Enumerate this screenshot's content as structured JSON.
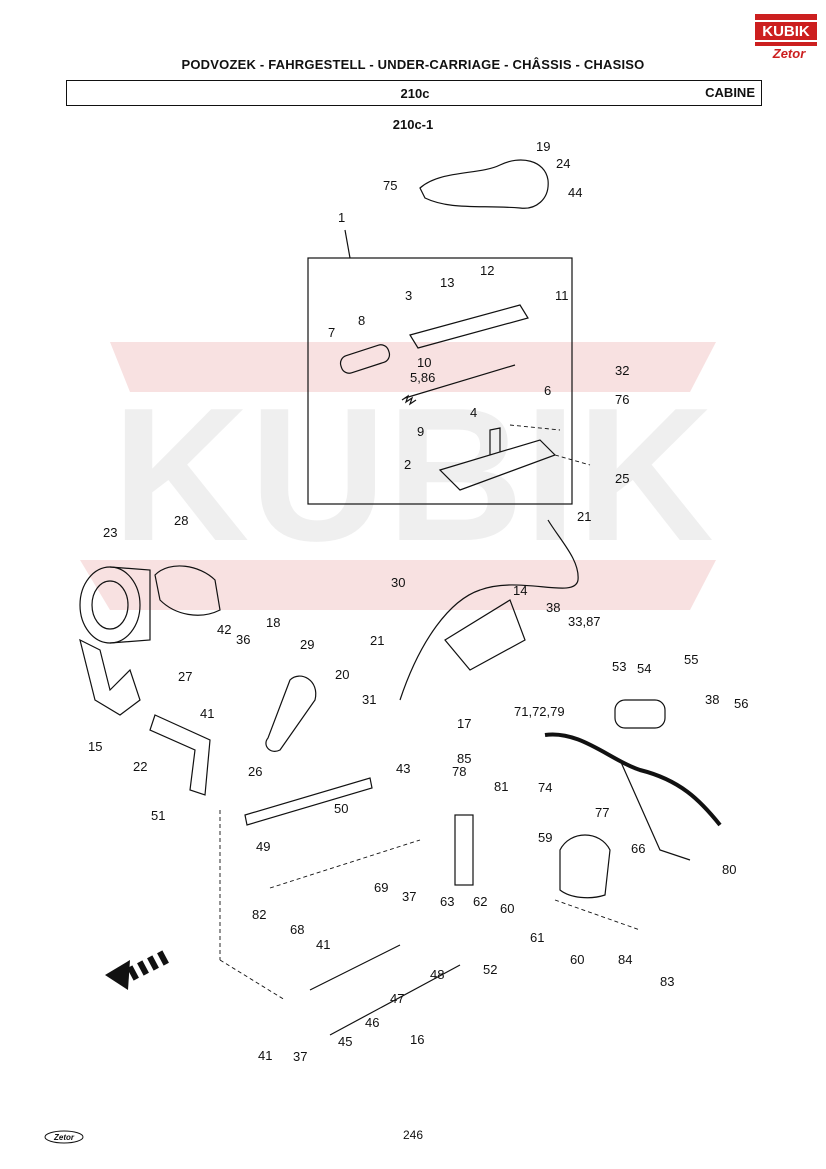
{
  "header": {
    "title": "PODVOZEK - FAHRGESTELL - UNDER-CARRIAGE - CHÂSSIS - CHASISO",
    "code": "210c",
    "section": "CABINE"
  },
  "figure_code": "210c-1",
  "brand": {
    "logo_top": "KUBIK",
    "logo_bottom": "Zetor",
    "watermark": "KUBIK",
    "footer_logo": "Zetor"
  },
  "page_number": "246",
  "colors": {
    "ink": "#111111",
    "watermark": "#f2c8c8",
    "logo_red": "#cc1f1f"
  },
  "callouts": [
    "19",
    "24",
    "75",
    "44",
    "1",
    "13",
    "12",
    "3",
    "11",
    "8",
    "7",
    "10",
    "5,86",
    "6",
    "4",
    "9",
    "2",
    "32",
    "76",
    "25",
    "21",
    "23",
    "28",
    "30",
    "14",
    "38",
    "33,87",
    "42",
    "36",
    "18",
    "29",
    "21",
    "27",
    "20",
    "31",
    "41",
    "15",
    "17",
    "22",
    "26",
    "85",
    "43",
    "78",
    "81",
    "74",
    "50",
    "51",
    "49",
    "59",
    "77",
    "66",
    "80",
    "62",
    "63",
    "60",
    "82",
    "69",
    "37",
    "68",
    "41",
    "61",
    "60",
    "84",
    "83",
    "52",
    "48",
    "47",
    "46",
    "45",
    "16",
    "41",
    "37",
    "53",
    "54",
    "55",
    "38",
    "56",
    "71,72,79"
  ]
}
